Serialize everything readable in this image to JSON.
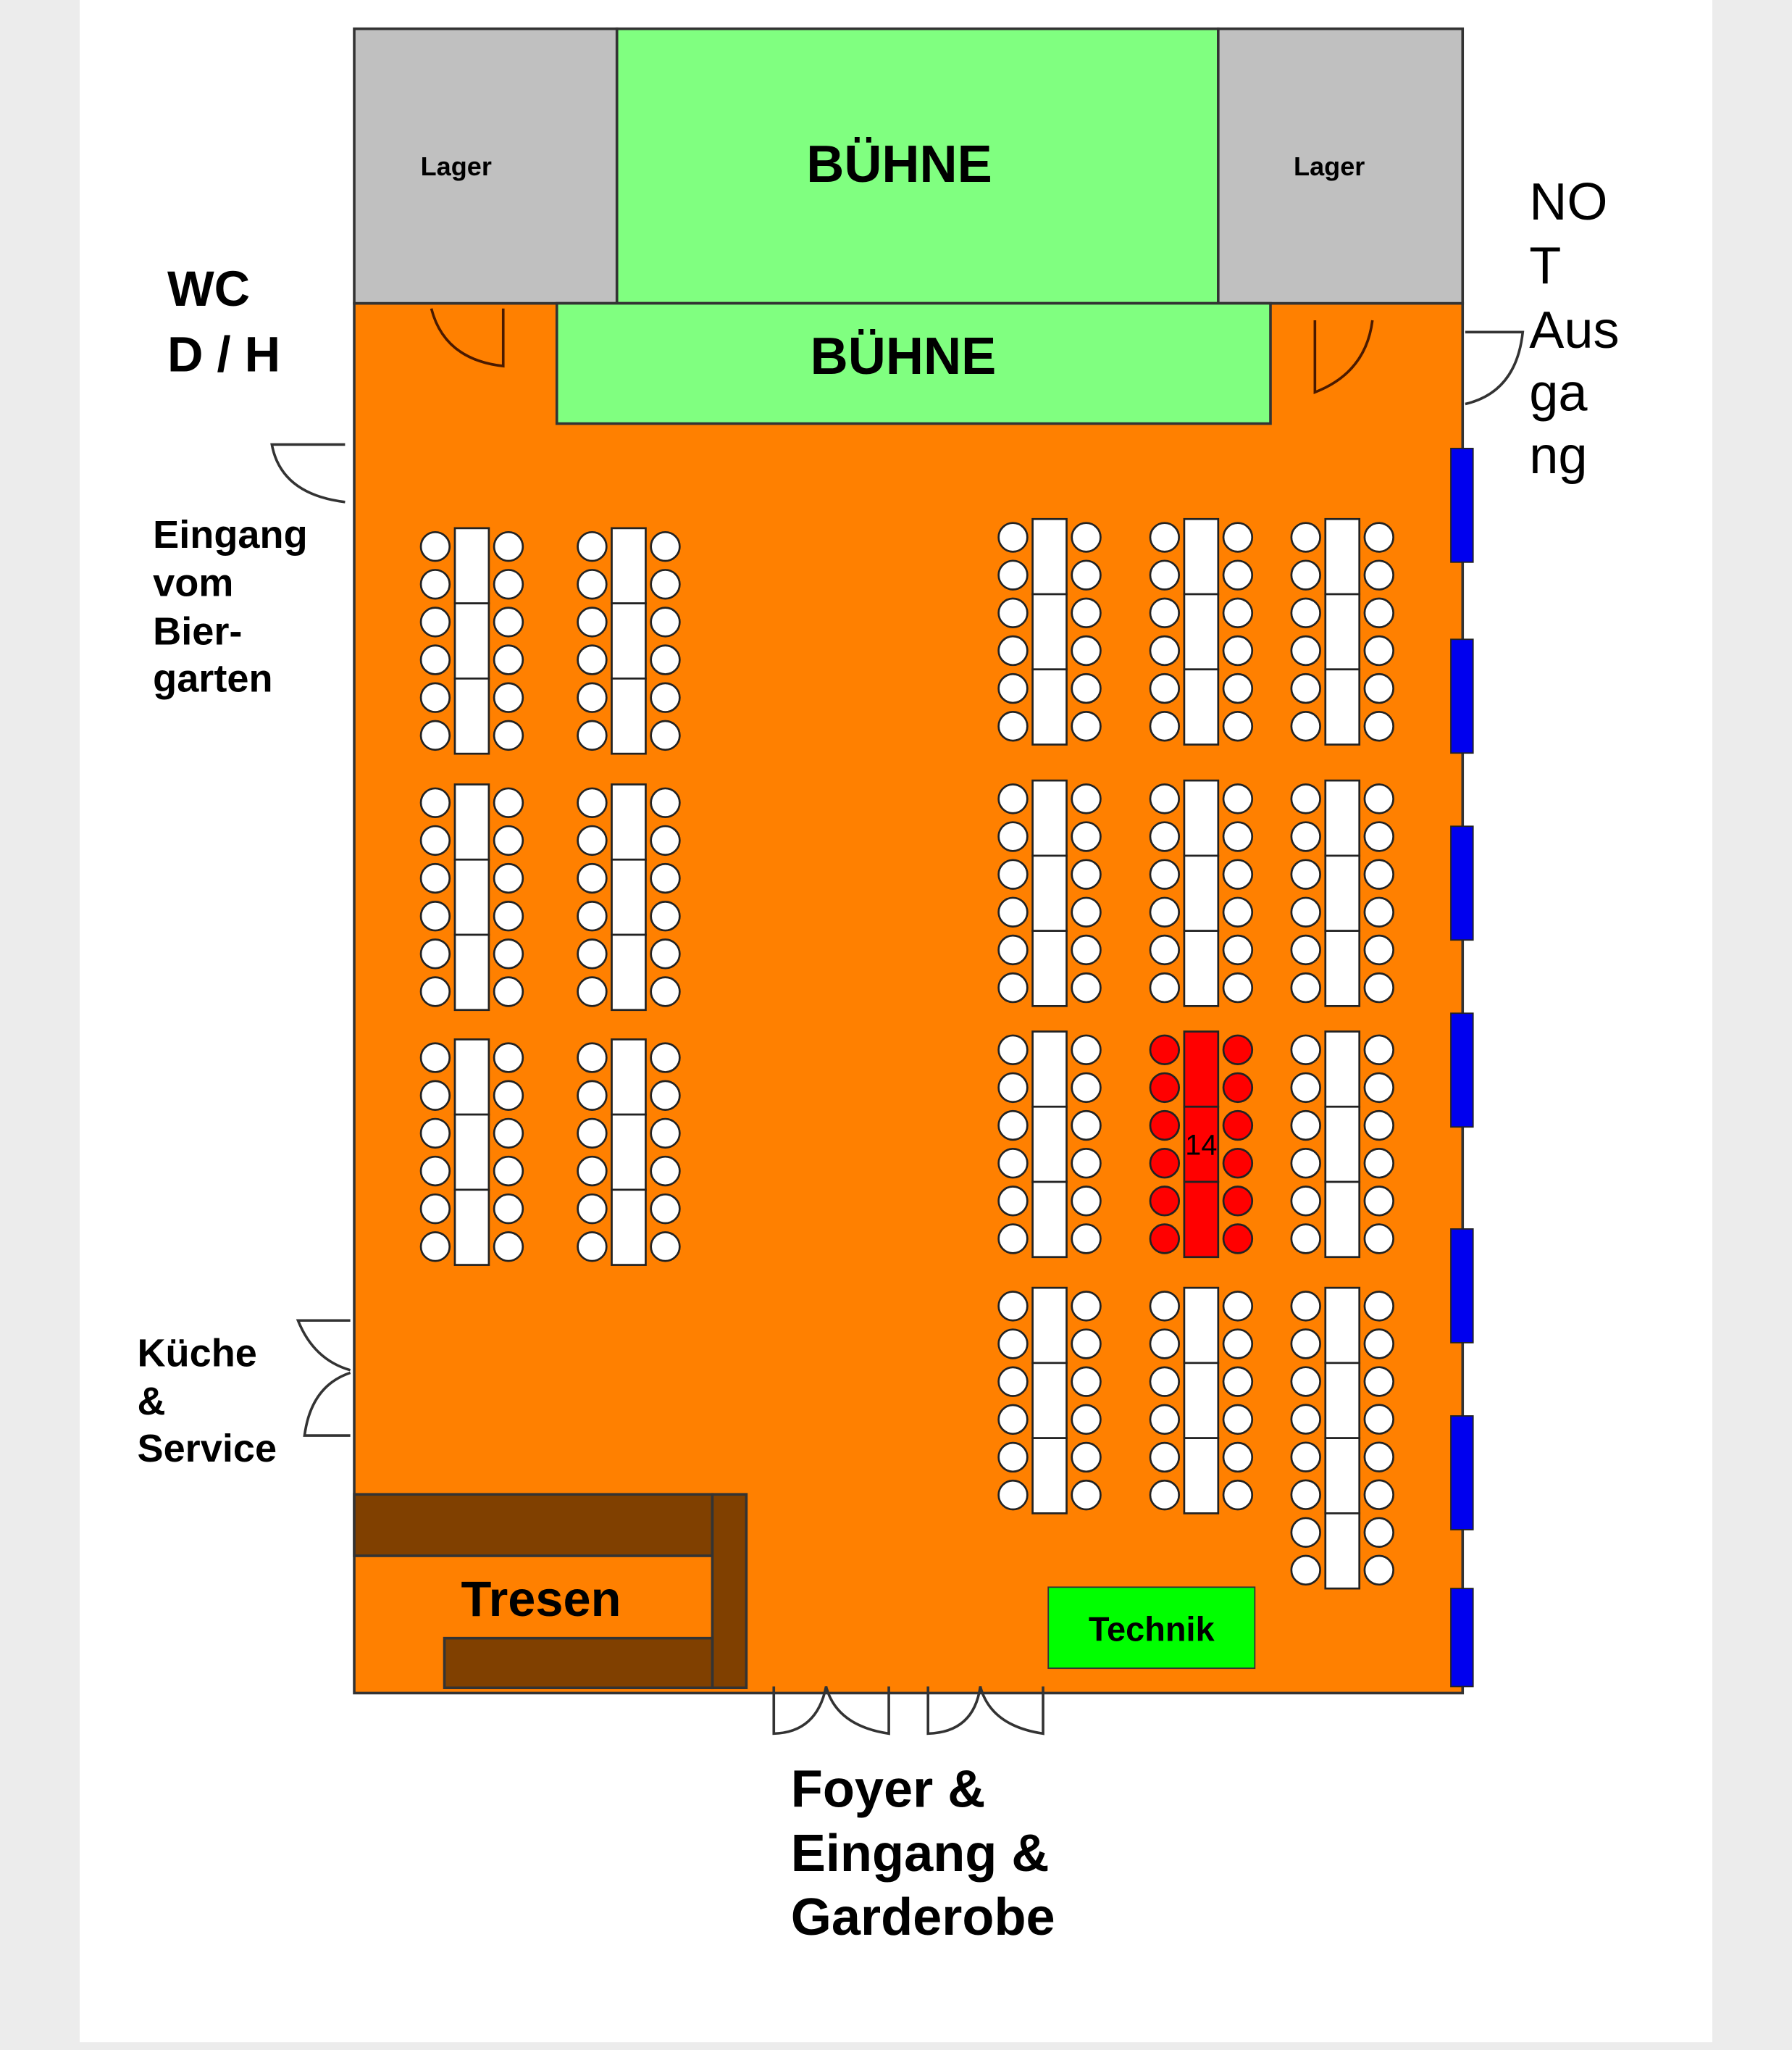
{
  "rooms": {
    "lager_left": "Lager",
    "lager_right": "Lager",
    "stage_main": "BÜHNE",
    "stage_front": "BÜHNE",
    "bar": "Tresen",
    "tech": "Technik"
  },
  "side_labels": {
    "wc": [
      "WC",
      "D / H"
    ],
    "entrance_beergarden": [
      "Eingang",
      "vom",
      "Bier-",
      "garten"
    ],
    "kitchen": [
      "Küche",
      "&",
      "Service"
    ],
    "emergency_exit": [
      "NO",
      "T",
      "Aus",
      "ga",
      "ng"
    ],
    "foyer": [
      "Foyer &",
      "Eingang &",
      "Garderobe"
    ]
  },
  "highlighted_table": {
    "label": "14",
    "color": "#ff0000"
  },
  "colors": {
    "hall": "#ff8000",
    "stage": "#80ff80",
    "storage": "#c0c0c0",
    "bar": "#804000",
    "tech": "#00ff00",
    "window": "#0000ee",
    "table": "#ffffff"
  }
}
